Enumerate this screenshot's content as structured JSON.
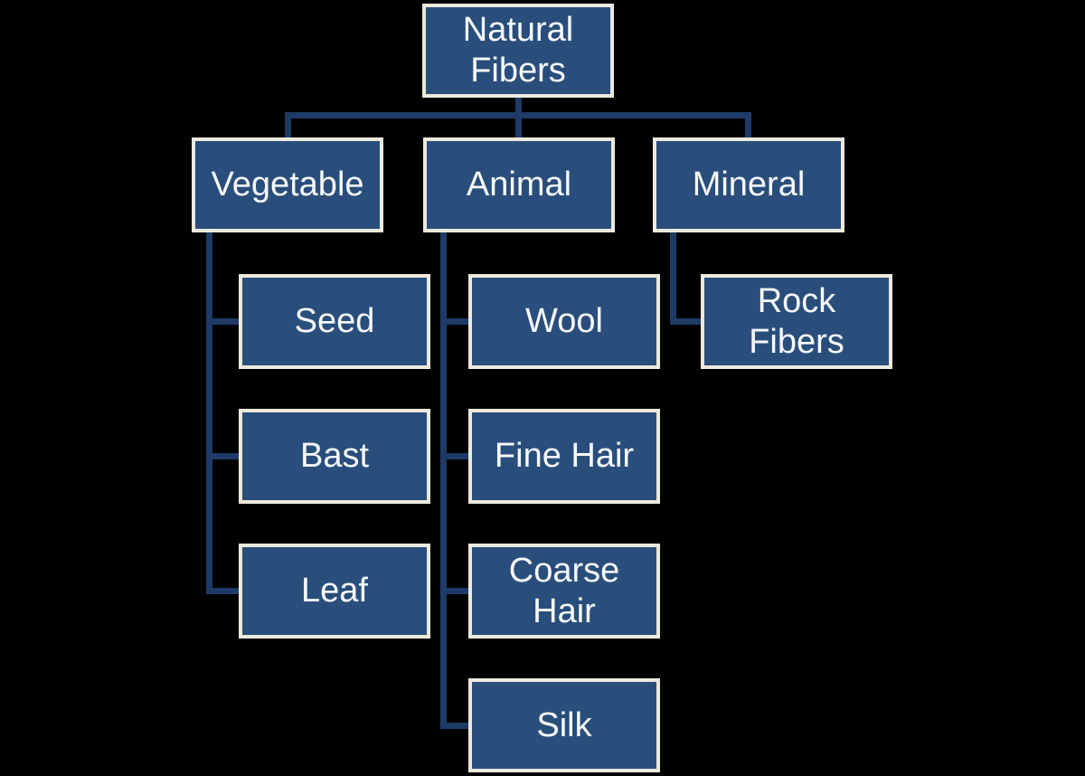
{
  "diagram": {
    "type": "hierarchy",
    "title": "Natural Fibers classification",
    "colors": {
      "background": "#000000",
      "node_fill": "#2A4E7B",
      "node_border": "#EDE9DC",
      "node_text": "#F7F9FC",
      "connector": "#1E3A66"
    }
  },
  "tree": {
    "label": "Natural Fibers",
    "children": [
      {
        "label": "Vegetable",
        "children": [
          {
            "label": "Seed"
          },
          {
            "label": "Bast"
          },
          {
            "label": "Leaf"
          }
        ]
      },
      {
        "label": "Animal",
        "children": [
          {
            "label": "Wool"
          },
          {
            "label": "Fine Hair"
          },
          {
            "label": "Coarse Hair"
          },
          {
            "label": "Silk"
          }
        ]
      },
      {
        "label": "Mineral",
        "children": [
          {
            "label": "Rock Fibers"
          }
        ]
      }
    ]
  }
}
